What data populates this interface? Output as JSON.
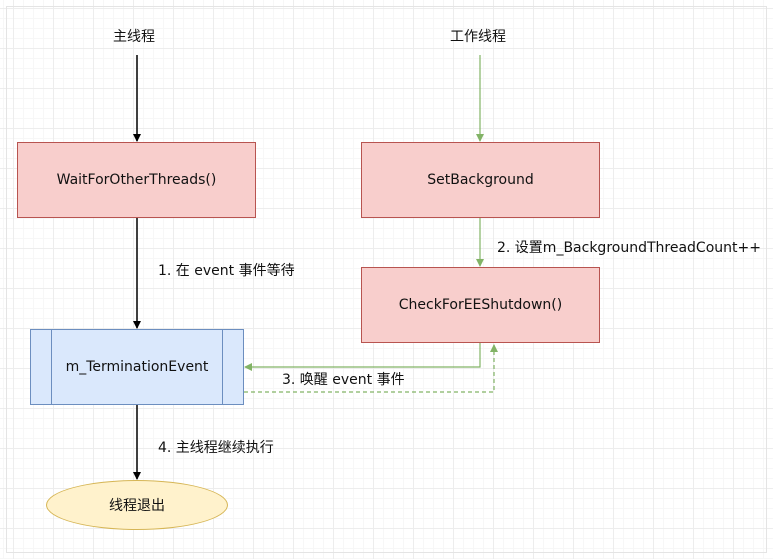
{
  "header": {
    "main_thread": "主线程",
    "worker_thread": "工作线程"
  },
  "nodes": {
    "wait": "WaitForOtherThreads()",
    "set_background": "SetBackground",
    "check_shutdown": "CheckForEEShutdown()",
    "termination_event": "m_TerminationEvent",
    "exit": "线程退出"
  },
  "edges": {
    "step1": "1. 在 event 事件等待",
    "step2": "2. 设置m_BackgroundThreadCount++",
    "step3": "3. 唤醒 event 事件",
    "step4": "4. 主线程继续执行"
  },
  "colors": {
    "process_fill": "#f8cecc",
    "process_stroke": "#b85450",
    "event_fill": "#dae8fc",
    "event_stroke": "#6c8ebf",
    "terminal_fill": "#fff2cc",
    "terminal_stroke": "#d6b656",
    "worker_arrow": "#82b366",
    "main_arrow": "#000000"
  }
}
